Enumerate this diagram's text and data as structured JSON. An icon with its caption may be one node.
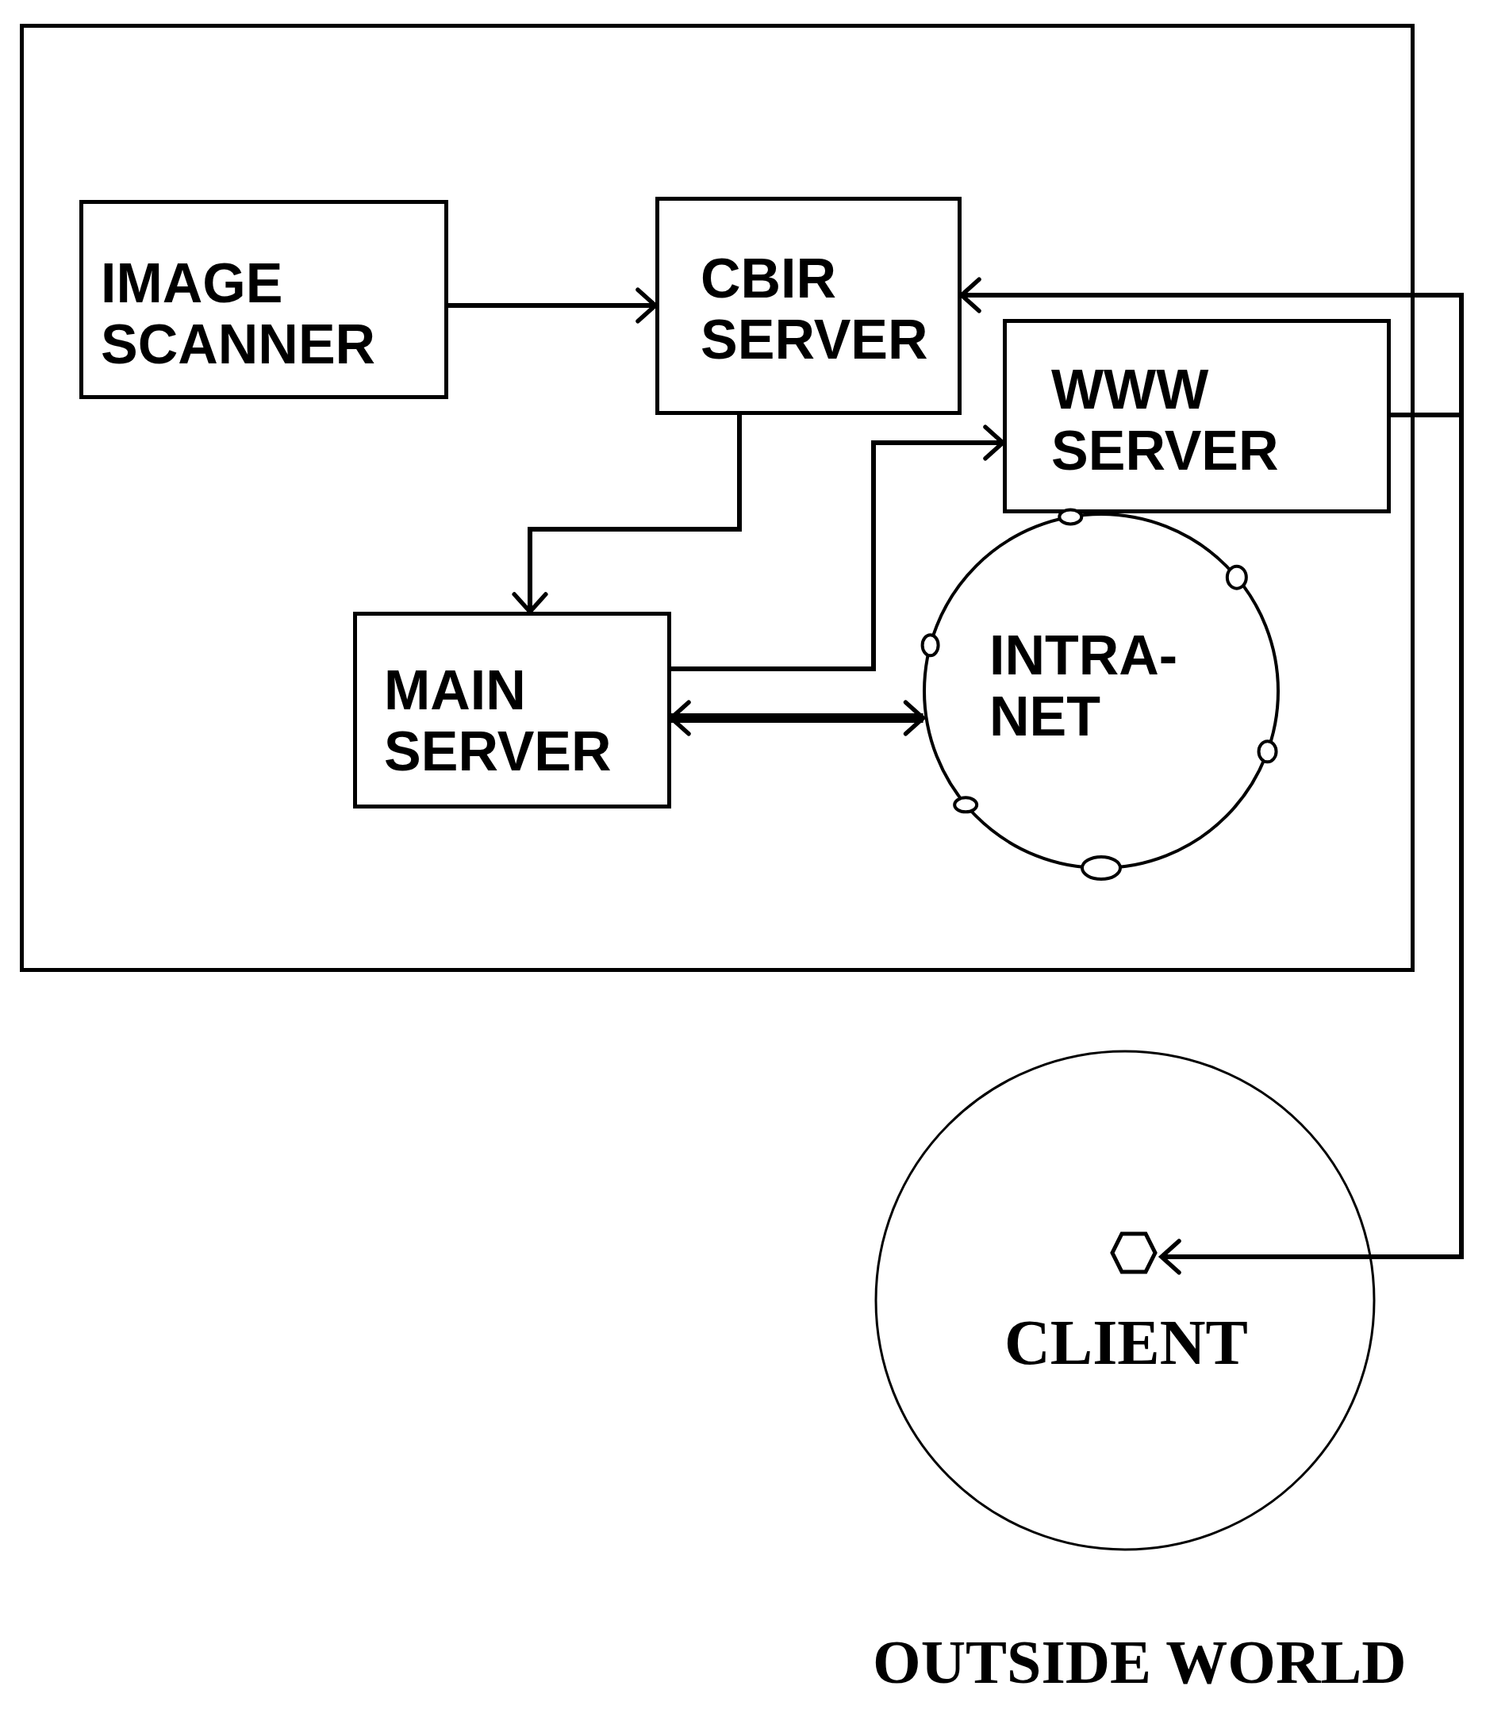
{
  "diagram": {
    "nodes": [
      {
        "text": [],
        "shape": "box"
      },
      {
        "text": [
          "IMAGE SCANNER"
        ],
        "in": 0
      },
      {
        "text": [
          "CBIR SERVER"
        ],
        "in": 0
      },
      {
        "text": [
          "WWW SERVER"
        ],
        "in": 0
      },
      {
        "text": [
          "MAIN SERVER"
        ],
        "in": 0
      },
      {
        "text": [
          "INTRA- NET"
        ],
        "in": 0
      },
      {
        "text": [
          "CLIENT"
        ]
      },
      {
        "text": [],
        "shape": "hexagon",
        "in": 6
      }
    ],
    "edges": [
      {
        "from": 1,
        "to": 2,
        "arrow": "to"
      },
      {
        "from": 2,
        "to": 4,
        "arrow": "to"
      },
      {
        "from": 4,
        "to": 3,
        "arrow": "to"
      },
      {
        "from": 4,
        "to": 5,
        "arrow": "both",
        "style": "thick"
      },
      {
        "from": 7,
        "to": 2,
        "arrow": "to"
      },
      {
        "from": 3,
        "to": 7,
        "arrow": "to"
      }
    ],
    "labels": [
      "OUTSIDE WORLD"
    ]
  }
}
